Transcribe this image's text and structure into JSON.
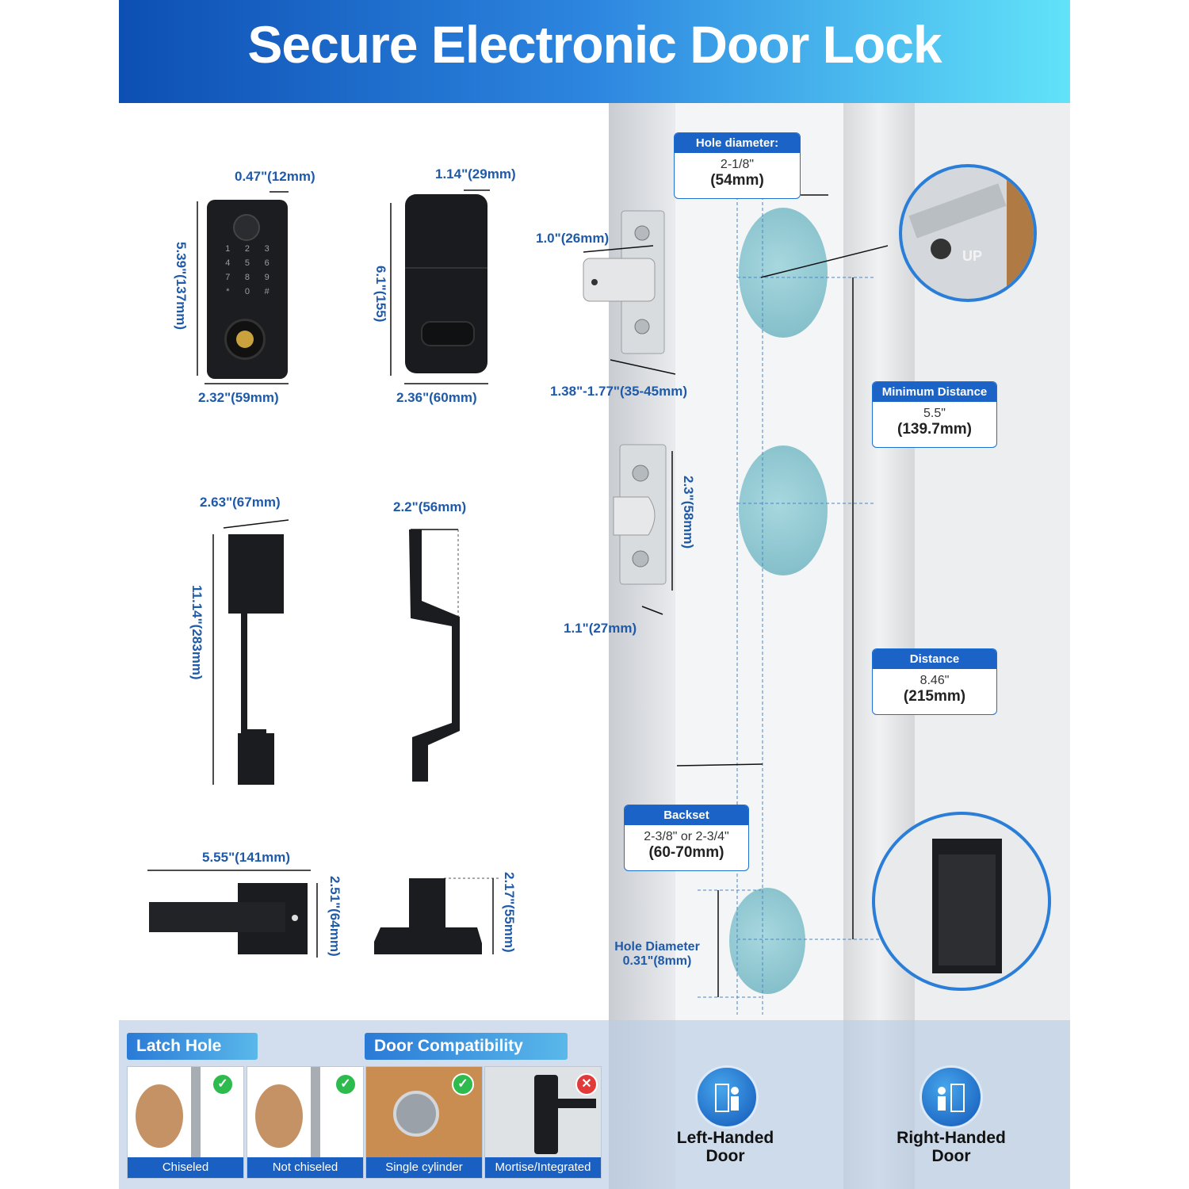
{
  "header": {
    "title": "Secure Electronic Door Lock"
  },
  "front_unit": {
    "depth": "0.47\"(12mm)",
    "height": "5.39\"(137mm)",
    "width": "2.32\"(59mm)",
    "keypad_keys": [
      "1",
      "2",
      "3",
      "4",
      "5",
      "6",
      "7",
      "8",
      "9",
      "*",
      "0",
      "#"
    ]
  },
  "back_unit": {
    "depth": "1.14\"(29mm)",
    "height": "6.1\"(155)",
    "width": "2.36\"(60mm)"
  },
  "front_handle": {
    "width": "2.63\"(67mm)",
    "height": "11.14\"(283mm)"
  },
  "back_handle": {
    "depth": "2.2\"(56mm)"
  },
  "lever": {
    "length": "5.55\"(141mm)",
    "height": "2.51\"(64mm)"
  },
  "rosette": {
    "height": "2.17\"(55mm)"
  },
  "bolt": {
    "length": "1.0\"(26mm)",
    "adjust": "1.38\"-1.77\"(35-45mm)"
  },
  "strike": {
    "height": "2.3\"(58mm)",
    "width": "1.1\"(27mm)"
  },
  "zoom_label": "UP",
  "callouts": {
    "hole_diameter": {
      "head": "Hole diameter:",
      "v1": "2-1/8\"",
      "v2": "(54mm)"
    },
    "minimum_distance": {
      "head": "Minimum Distance",
      "v1": "5.5\"",
      "v2": "(139.7mm)"
    },
    "distance": {
      "head": "Distance",
      "v1": "8.46\"",
      "v2": "(215mm)"
    },
    "backset": {
      "head": "Backset",
      "v1": "2-3/8\" or 2-3/4\"",
      "v2": "(60-70mm)"
    }
  },
  "small_hole": {
    "line1": "Hole Diameter",
    "line2": "0.31\"(8mm)"
  },
  "latch_hole": {
    "title": "Latch Hole",
    "tiles": [
      {
        "caption": "Chiseled",
        "ok": "✓"
      },
      {
        "caption": "Not chiseled",
        "ok": "✓"
      }
    ]
  },
  "door_compat": {
    "title": "Door Compatibility",
    "tiles": [
      {
        "caption": "Single cylinder",
        "ok": "✓"
      },
      {
        "caption": "Mortise/Integrated",
        "ok": "✕"
      }
    ]
  },
  "handedness": {
    "left_line1": "Left-Handed",
    "left_line2": "Door",
    "right_line1": "Right-Handed",
    "right_line2": "Door"
  },
  "colors": {
    "accent": "#1b63c6",
    "ok": "#2dbb4e",
    "no": "#e23a3a"
  }
}
